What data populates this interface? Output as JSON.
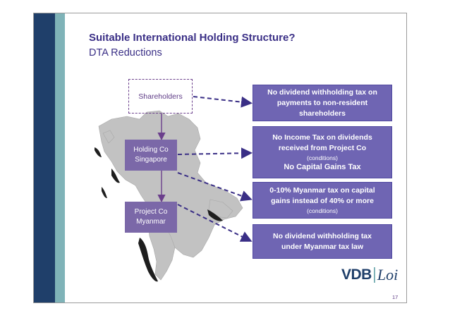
{
  "slide": {
    "title": "Suitable International Holding Structure?",
    "subtitle": "DTA Reductions",
    "page_number": "17"
  },
  "nodes": {
    "shareholders": "Shareholders",
    "holding": [
      "Holding Co",
      "Singapore"
    ],
    "project": [
      "Project Co",
      "Myanmar"
    ]
  },
  "boxes": {
    "b1": [
      "No dividend withholding tax on",
      "payments to non-resident",
      "shareholders"
    ],
    "b2": {
      "lines": [
        "No Income Tax on dividends",
        "received from Project Co"
      ],
      "note": "(conditions)",
      "extra": "No Capital Gains Tax"
    },
    "b3": {
      "lines": [
        "0-10% Myanmar tax on capital",
        "gains instead of 40% or more"
      ],
      "note": "(conditions)"
    },
    "b4": [
      "No dividend withholding tax",
      "under Myanmar tax law"
    ]
  },
  "logo": {
    "left": "VDB",
    "right": "Loi"
  },
  "colors": {
    "band_dark": "#1f3f6a",
    "band_light": "#7fb3b8",
    "title": "#3a2f86",
    "box_fill": "#6f65b3",
    "node_fill": "#7b68a8",
    "map": "#bdbdbd",
    "connector": "#3a2f86"
  }
}
